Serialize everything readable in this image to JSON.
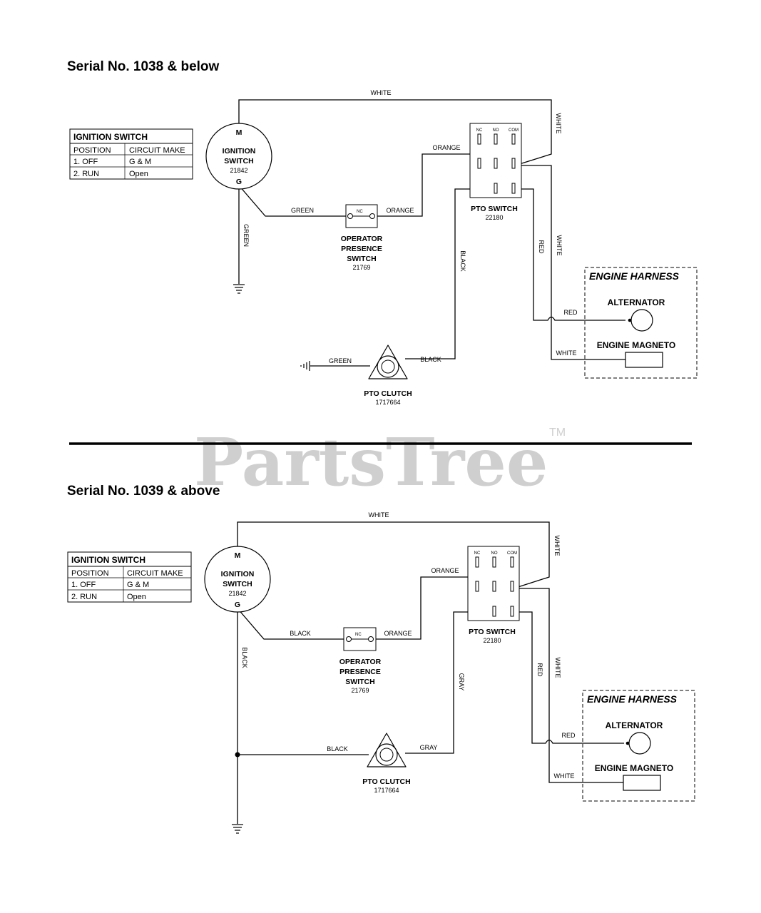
{
  "watermark": {
    "text": "PartsTree",
    "trademark": "TM"
  },
  "diagrams": [
    {
      "heading": "Serial No. 1038 & below",
      "table": {
        "title": "IGNITION SWITCH",
        "headers": [
          "POSITION",
          "CIRCUIT MAKE"
        ],
        "rows": [
          [
            "1. OFF",
            "G & M"
          ],
          [
            "2. RUN",
            "Open"
          ]
        ]
      },
      "ignition": {
        "name1": "IGNITION",
        "name2": "SWITCH",
        "part": "21842",
        "pin_top": "M",
        "pin_bottom": "G"
      },
      "operator": {
        "name1": "OPERATOR",
        "name2": "PRESENCE",
        "name3": "SWITCH",
        "part": "21769",
        "contact": "NC"
      },
      "pto_switch": {
        "name": "PTO SWITCH",
        "part": "22180",
        "pins": [
          "NC",
          "NO",
          "COM"
        ]
      },
      "pto_clutch": {
        "name": "PTO CLUTCH",
        "part": "1717664"
      },
      "harness": {
        "title": "ENGINE HARNESS",
        "alternator": "ALTERNATOR",
        "magneto": "ENGINE MAGNETO"
      },
      "wires": {
        "top": "WHITE",
        "pto_right": "WHITE",
        "ign_to_ops": "GREEN",
        "ops_to_pto": "ORANGE",
        "pto_orange": "ORANGE",
        "ign_ground": "GREEN",
        "pto_to_clutch": "BLACK",
        "clutch_in": "BLACK",
        "clutch_ground": "GREEN",
        "red_vert": "RED",
        "white_vert": "WHITE",
        "red_h": "RED",
        "white_h": "WHITE"
      }
    },
    {
      "heading": "Serial No. 1039 & above",
      "table": {
        "title": "IGNITION SWITCH",
        "headers": [
          "POSITION",
          "CIRCUIT MAKE"
        ],
        "rows": [
          [
            "1. OFF",
            "G & M"
          ],
          [
            "2. RUN",
            "Open"
          ]
        ]
      },
      "ignition": {
        "name1": "IGNITION",
        "name2": "SWITCH",
        "part": "21842",
        "pin_top": "M",
        "pin_bottom": "G"
      },
      "operator": {
        "name1": "OPERATOR",
        "name2": "PRESENCE",
        "name3": "SWITCH",
        "part": "21769",
        "contact": "NC"
      },
      "pto_switch": {
        "name": "PTO SWITCH",
        "part": "22180",
        "pins": [
          "NC",
          "NO",
          "COM"
        ]
      },
      "pto_clutch": {
        "name": "PTO CLUTCH",
        "part": "1717664"
      },
      "harness": {
        "title": "ENGINE HARNESS",
        "alternator": "ALTERNATOR",
        "magneto": "ENGINE MAGNETO"
      },
      "wires": {
        "top": "WHITE",
        "pto_right": "WHITE",
        "ign_to_ops": "BLACK",
        "ops_to_pto": "ORANGE",
        "pto_orange": "ORANGE",
        "ign_ground": "BLACK",
        "pto_to_clutch": "GRAY",
        "clutch_in": "GRAY",
        "clutch_ground": "BLACK",
        "red_vert": "RED",
        "white_vert": "WHITE",
        "red_h": "RED",
        "white_h": "WHITE"
      }
    }
  ]
}
